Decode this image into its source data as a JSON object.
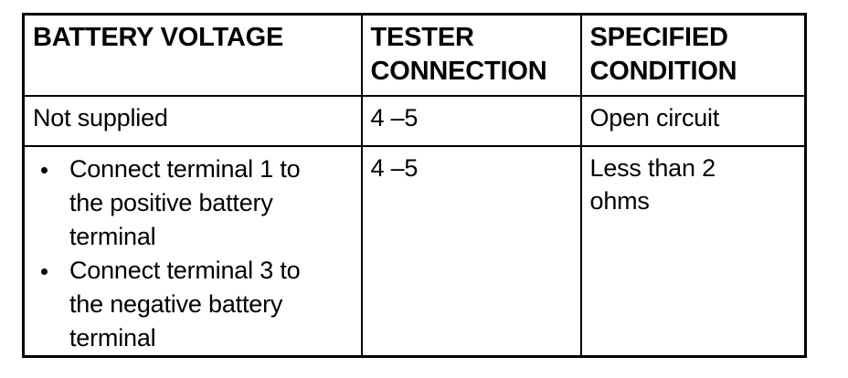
{
  "document": {
    "type": "specification-table",
    "colors": {
      "ink": "#000000",
      "background": "#ffffff"
    }
  },
  "table": {
    "headers": [
      {
        "line1": "BATTERY VOLTAGE",
        "line2": ""
      },
      {
        "line1": "TESTER",
        "line2": "CONNECTION"
      },
      {
        "line1": "SPECIFIED",
        "line2": "CONDITION"
      }
    ],
    "rows": [
      {
        "battery_voltage": {
          "type": "text",
          "text": "Not supplied"
        },
        "tester_connection": "4 –5",
        "specified_condition": {
          "line1": "Open circuit",
          "line2": ""
        }
      },
      {
        "battery_voltage": {
          "type": "bullets",
          "items": [
            {
              "lines": [
                "Connect terminal 1 to",
                "the positive battery",
                "terminal"
              ]
            },
            {
              "lines": [
                "Connect terminal 3 to",
                "the negative battery",
                "terminal"
              ]
            }
          ]
        },
        "tester_connection": "4 –5",
        "specified_condition": {
          "line1": "Less than 2",
          "line2": "ohms"
        }
      }
    ]
  }
}
